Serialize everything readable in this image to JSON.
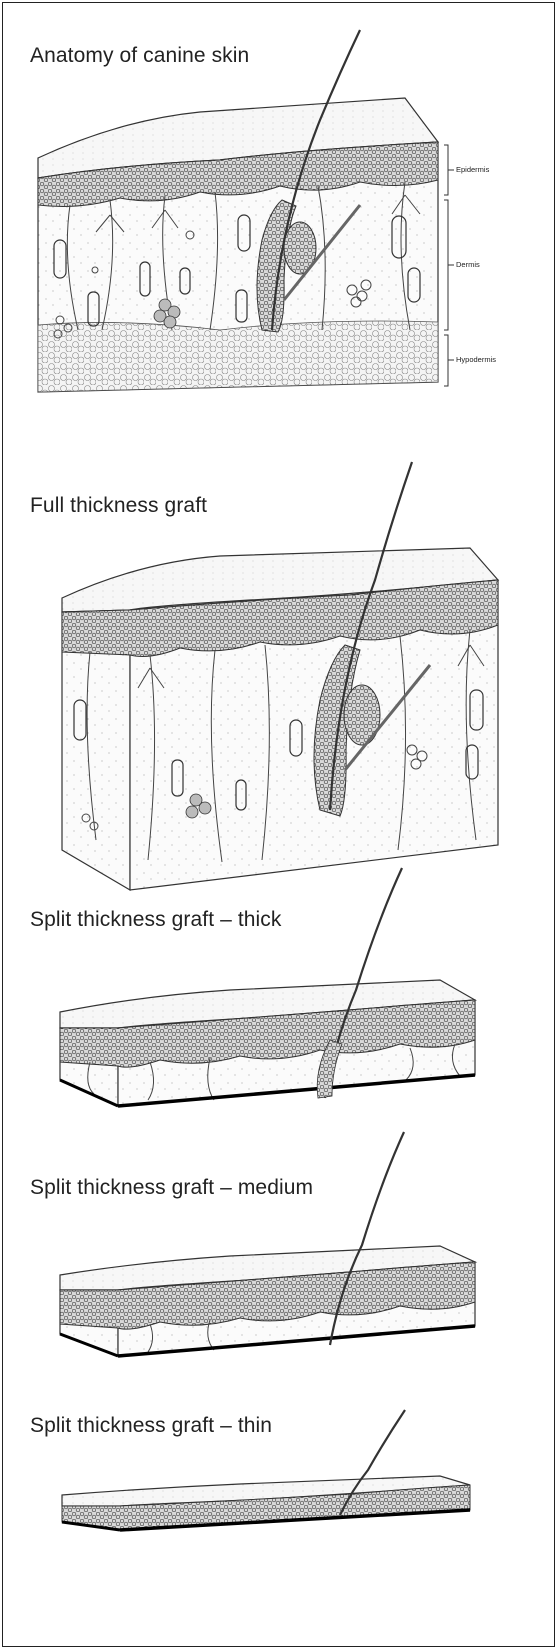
{
  "panels": [
    {
      "id": "anatomy",
      "title": "Anatomy of canine skin"
    },
    {
      "id": "full",
      "title": "Full thickness graft"
    },
    {
      "id": "thick",
      "title": "Split thickness graft – thick"
    },
    {
      "id": "medium",
      "title": "Split thickness graft – medium"
    },
    {
      "id": "thin",
      "title": "Split thickness graft – thin"
    }
  ],
  "layers": {
    "epidermis": "Epidermis",
    "dermis": "Dermis",
    "hypodermis": "Hypodermis"
  }
}
